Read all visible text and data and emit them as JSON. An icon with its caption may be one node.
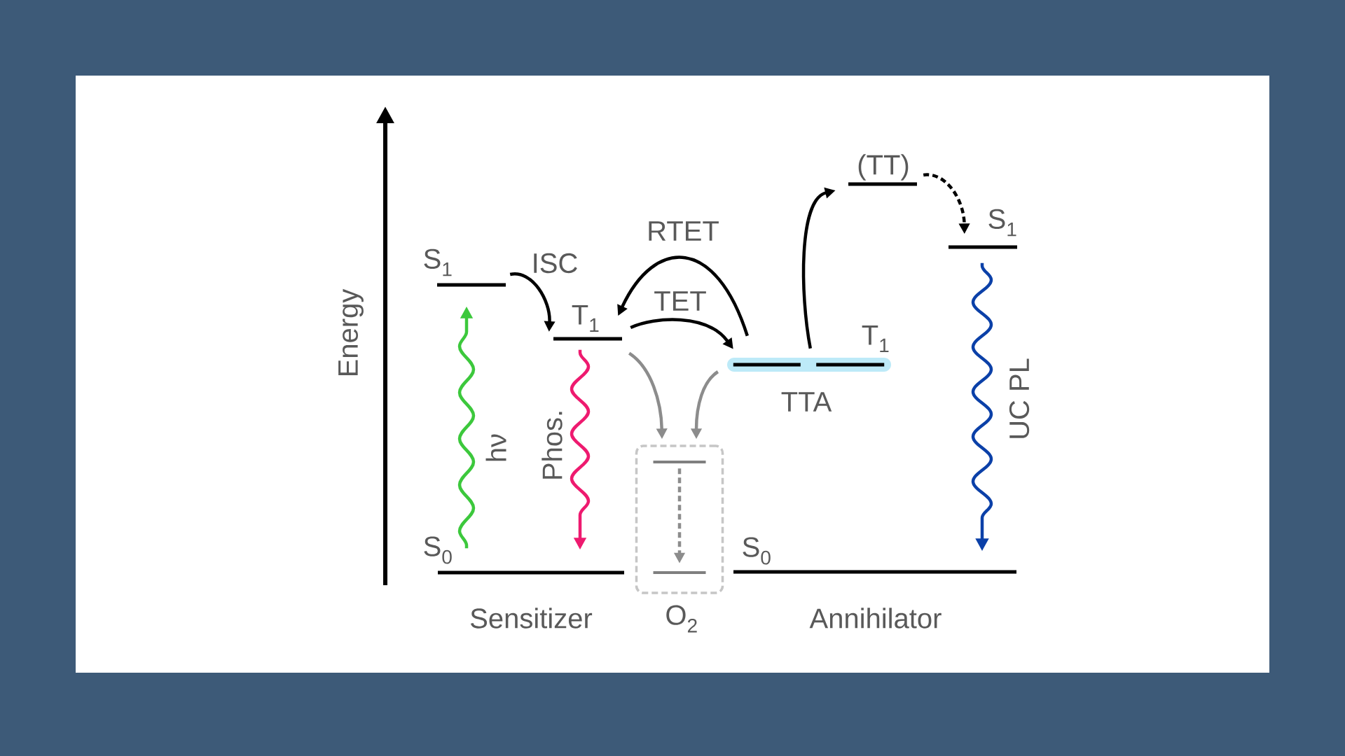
{
  "diagram": {
    "nodes": [
      {
        "text": [
          "S$_{1}$"
        ]
      },
      {
        "text": [
          "T$_{1}$"
        ]
      },
      {
        "text": [
          "S$_{0}$"
        ]
      },
      {
        "text": [
          "O$_{2}$"
        ]
      },
      {
        "text": [],
        "shape": "bar",
        "in": 3
      },
      {
        "text": [],
        "shape": "bar",
        "in": 3
      },
      {
        "text": [
          "T$_{1}$"
        ],
        "beside": [
          "TTA"
        ]
      },
      {
        "text": [
          "(TT)"
        ]
      },
      {
        "text": [
          "S$_{1}$"
        ]
      },
      {
        "text": [
          "S$_{0}$"
        ]
      }
    ],
    "edges": [
      {
        "from": 2,
        "to": 0,
        "arrow": "to",
        "label": "hν",
        "color": "#3cc83c"
      },
      {
        "from": 1,
        "to": 2,
        "arrow": "to",
        "label": "Phos.",
        "color": "#ee1a6f"
      },
      {
        "from": 0,
        "to": 1,
        "arrow": "to",
        "label": "ISC"
      },
      {
        "from": 1,
        "to": 6,
        "arrow": "to",
        "label": "TET"
      },
      {
        "from": 6,
        "to": 1,
        "arrow": "to",
        "label": "RTET"
      },
      {
        "from": 1,
        "to": 3,
        "arrow": "to",
        "color": "#8c8c8c"
      },
      {
        "from": 6,
        "to": 3,
        "arrow": "to",
        "color": "#8c8c8c"
      },
      {
        "from": 4,
        "to": 5,
        "arrow": "to",
        "style": "dashed",
        "color": "#8c8c8c"
      },
      {
        "from": 6,
        "to": 7,
        "arrow": "to"
      },
      {
        "from": 7,
        "to": 8,
        "arrow": "to",
        "style": "dashed"
      },
      {
        "from": 8,
        "to": 9,
        "arrow": "to",
        "label": "UC PL",
        "color": "#0b40a8"
      }
    ],
    "labels": [
      "Energy",
      "Sensitizer",
      "Annihilator"
    ]
  }
}
